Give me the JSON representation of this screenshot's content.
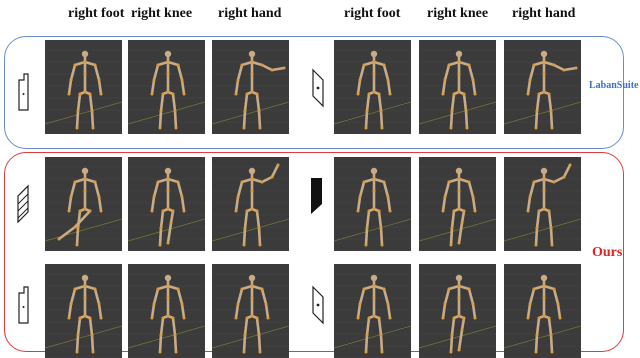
{
  "headers_left": [
    "right foot",
    "right knee",
    "right hand"
  ],
  "headers_right": [
    "right foot",
    "right knee",
    "right hand"
  ],
  "labels": {
    "labansuite": "LabanSuite",
    "ours": "Ours"
  },
  "colors": {
    "blue_box": "#6a8ccf",
    "red_box": "#e33a3a",
    "label_blue": "#3a6fd1",
    "label_red": "#e42020",
    "panel_bg": "#3b3b3b",
    "bone": "#c9ab86",
    "joint": "#e09a3a"
  },
  "rows": [
    {
      "group": "LabanSuite",
      "left_symbol": "laban-low-bracket-icon",
      "right_symbol": "laban-parallelogram-dot-icon"
    },
    {
      "group": "Ours",
      "left_symbol": "laban-hatched-parallelogram-icon",
      "right_symbol": "laban-black-parallelogram-icon"
    },
    {
      "group": "Ours",
      "left_symbol": "laban-low-bracket-icon",
      "right_symbol": "laban-parallelogram-dot-icon"
    }
  ]
}
